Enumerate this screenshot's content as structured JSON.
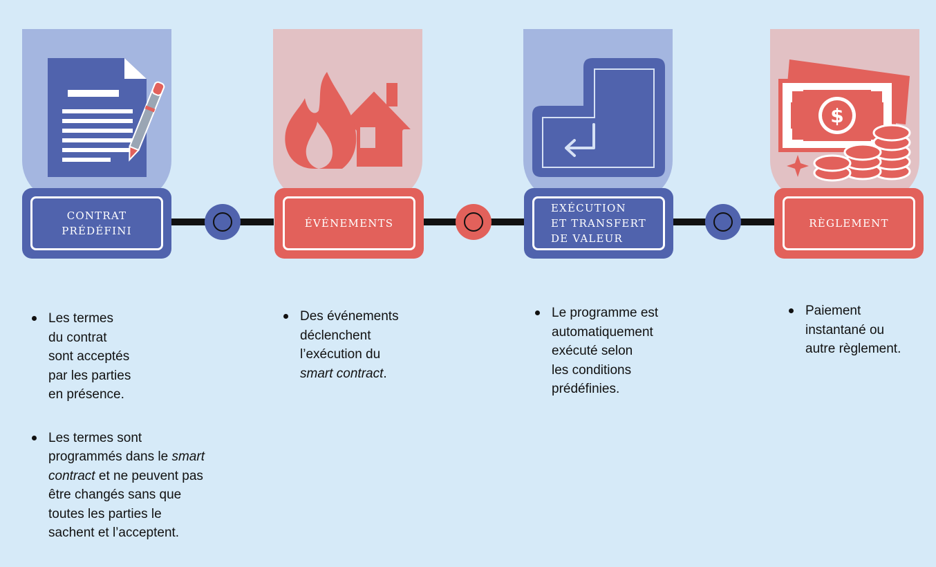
{
  "colors": {
    "background": "#d6eaf8",
    "blue": "#5063ad",
    "red": "#e2615b",
    "blue_tab": "#a4b6e0",
    "red_tab": "#e2c1c4"
  },
  "steps": [
    {
      "label": "CONTRAT\nPRÉDÉFINI",
      "icon": "contract-document-pen-icon",
      "bullets": [
        {
          "text": "Les termes\ndu contrat\nsont acceptés\npar les parties\nen présence."
        },
        {
          "pre": "Les termes sont\nprogrammés dans le ",
          "em": "smart\ncontract",
          "post": " et ne peuvent pas\nêtre changés sans que\ntoutes les parties le\nsachent et l’acceptent."
        }
      ]
    },
    {
      "label": "ÉVÉNEMENTS",
      "icon": "house-fire-icon",
      "bullets": [
        {
          "pre": "Des événements\ndéclenchent\nl’exécution du\n",
          "em": "smart contract",
          "post": "."
        }
      ]
    },
    {
      "label": "EXÉCUTION\nET TRANSFERT\nDE VALEUR",
      "icon": "enter-key-icon",
      "bullets": [
        {
          "text": "Le programme est\nautomatiquement\nexécuté selon\nles conditions\nprédéfinies."
        }
      ]
    },
    {
      "label": "RÈGLEMENT",
      "icon": "money-coins-icon",
      "bullets": [
        {
          "text": "Paiement\ninstantané ou\nautre règlement."
        }
      ]
    }
  ]
}
